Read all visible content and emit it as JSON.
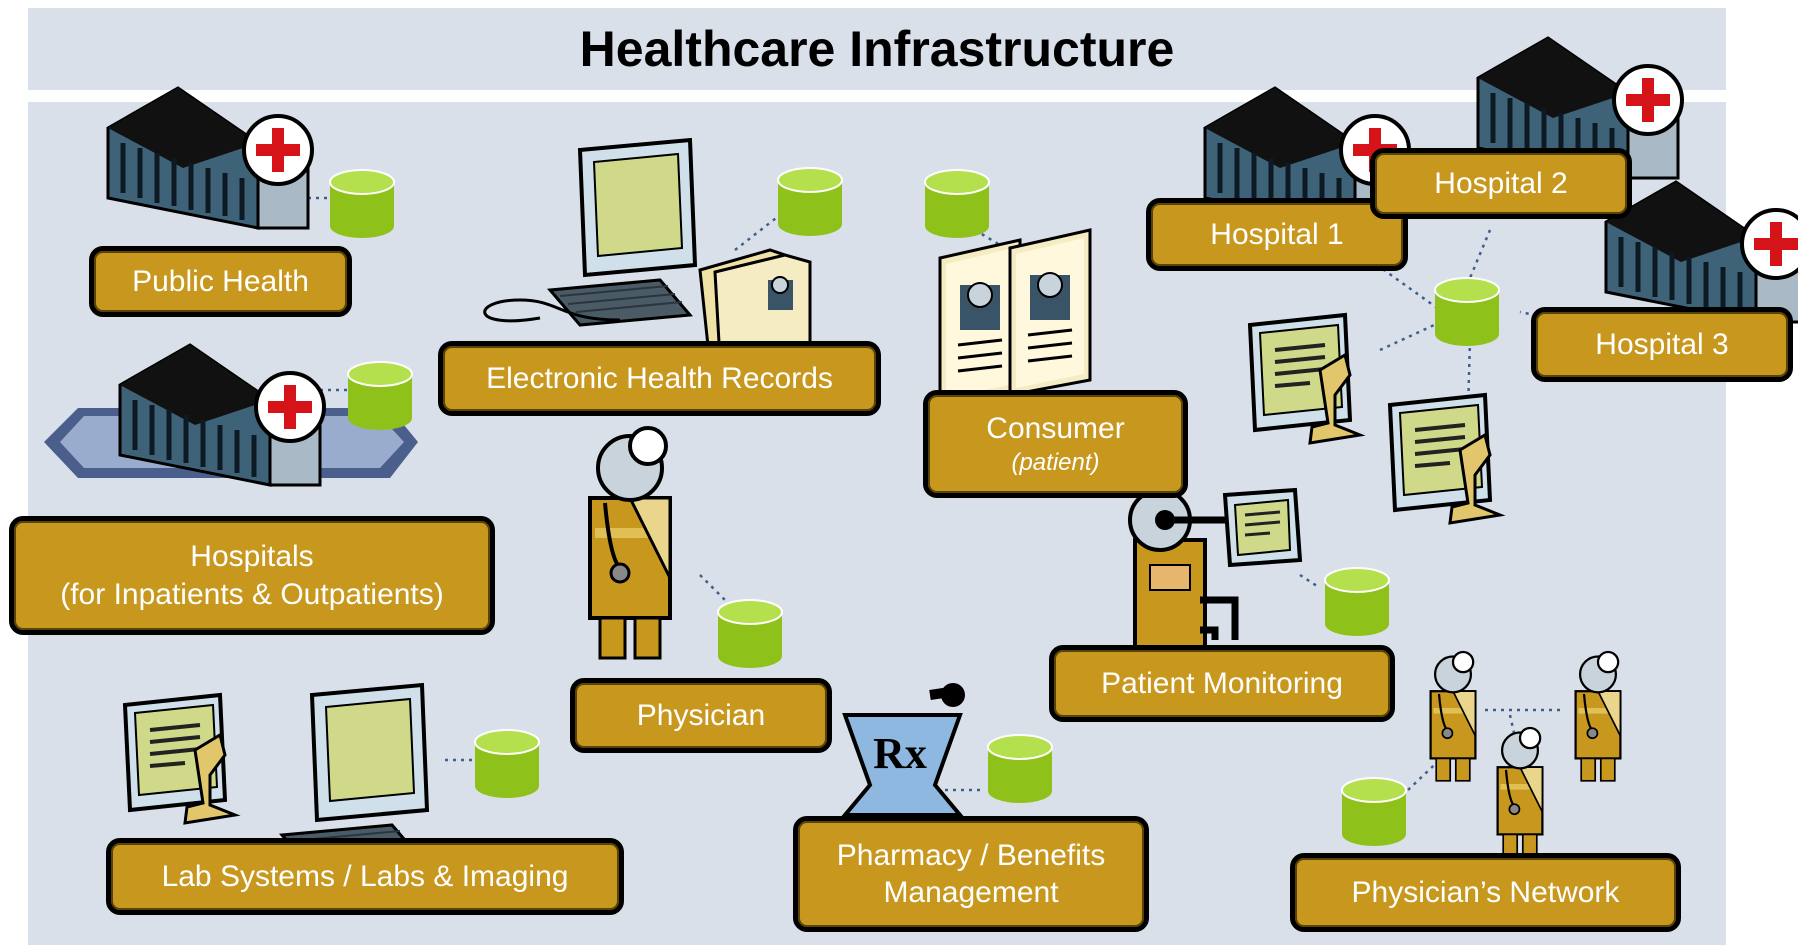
{
  "title": "Healthcare Infrastructure",
  "colors": {
    "label_fill": "#c8971e",
    "database": "#8ec21a",
    "background": "#d9e0ea",
    "building": "#3e6379",
    "cross": "#d7131a"
  },
  "icons": [
    "hospital-building-icon",
    "database-icon",
    "computer-terminal-icon",
    "patient-record-folder-icon",
    "physician-icon",
    "microscope-monitor-icon",
    "rx-mortar-pestle-icon",
    "patient-monitor-icon"
  ],
  "labels": {
    "public_health": "Public Health",
    "ehr": "Electronic Health Records",
    "consumer": "Consumer",
    "consumer_sub": "(patient)",
    "hospital1": "Hospital 1",
    "hospital2": "Hospital 2",
    "hospital3": "Hospital 3",
    "hospitals_line1": "Hospitals",
    "hospitals_line2": "(for Inpatients & Outpatients)",
    "physician": "Physician",
    "patient_monitoring": "Patient Monitoring",
    "lab": "Lab Systems / Labs & Imaging",
    "pharmacy_line1": "Pharmacy / Benefits",
    "pharmacy_line2": "Management",
    "network": "Physician’s Network",
    "rx": "Rx"
  }
}
